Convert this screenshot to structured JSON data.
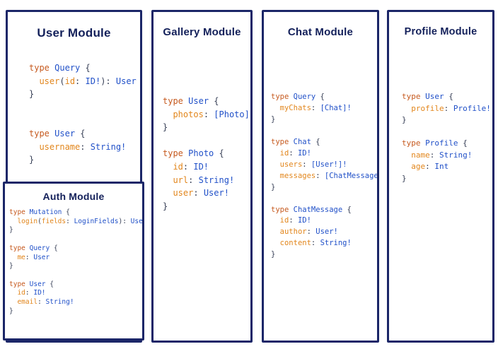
{
  "panels": [
    {
      "title": "User Module",
      "code": "type Query {\n  user(id: ID!): User\n}\n\n\ntype User {\n  username: String!\n}"
    },
    {
      "title": "Gallery Module",
      "code": "type User {\n  photos: [Photo]!\n}\n\ntype Photo {\n  id: ID!\n  url: String!\n  user: User!\n}"
    },
    {
      "title": "Chat Module",
      "code": "type Query {\n  myChats: [Chat]!\n}\n\ntype Chat {\n  id: ID!\n  users: [User!]!\n  messages: [ChatMessage]!\n}\n\ntype ChatMessage {\n  id: ID!\n  author: User!\n  content: String!\n}"
    },
    {
      "title": "Profile Module",
      "code": "type User {\n  profile: Profile!\n}\n\ntype Profile {\n  name: String!\n  age: Int\n}"
    }
  ],
  "auth": {
    "title": "Auth Module",
    "code": "type Mutation {\n  login(fields: LoginFields): User\n}\n\ntype Query {\n  me: User\n}\n\ntype User {\n  id: ID!\n  email: String!\n}"
  },
  "colors": {
    "border": "#1b2668",
    "title": "#13205a",
    "keyword": "#c65a1f",
    "field": "#e2861c",
    "type": "#2050c8",
    "punct": "#384057"
  }
}
